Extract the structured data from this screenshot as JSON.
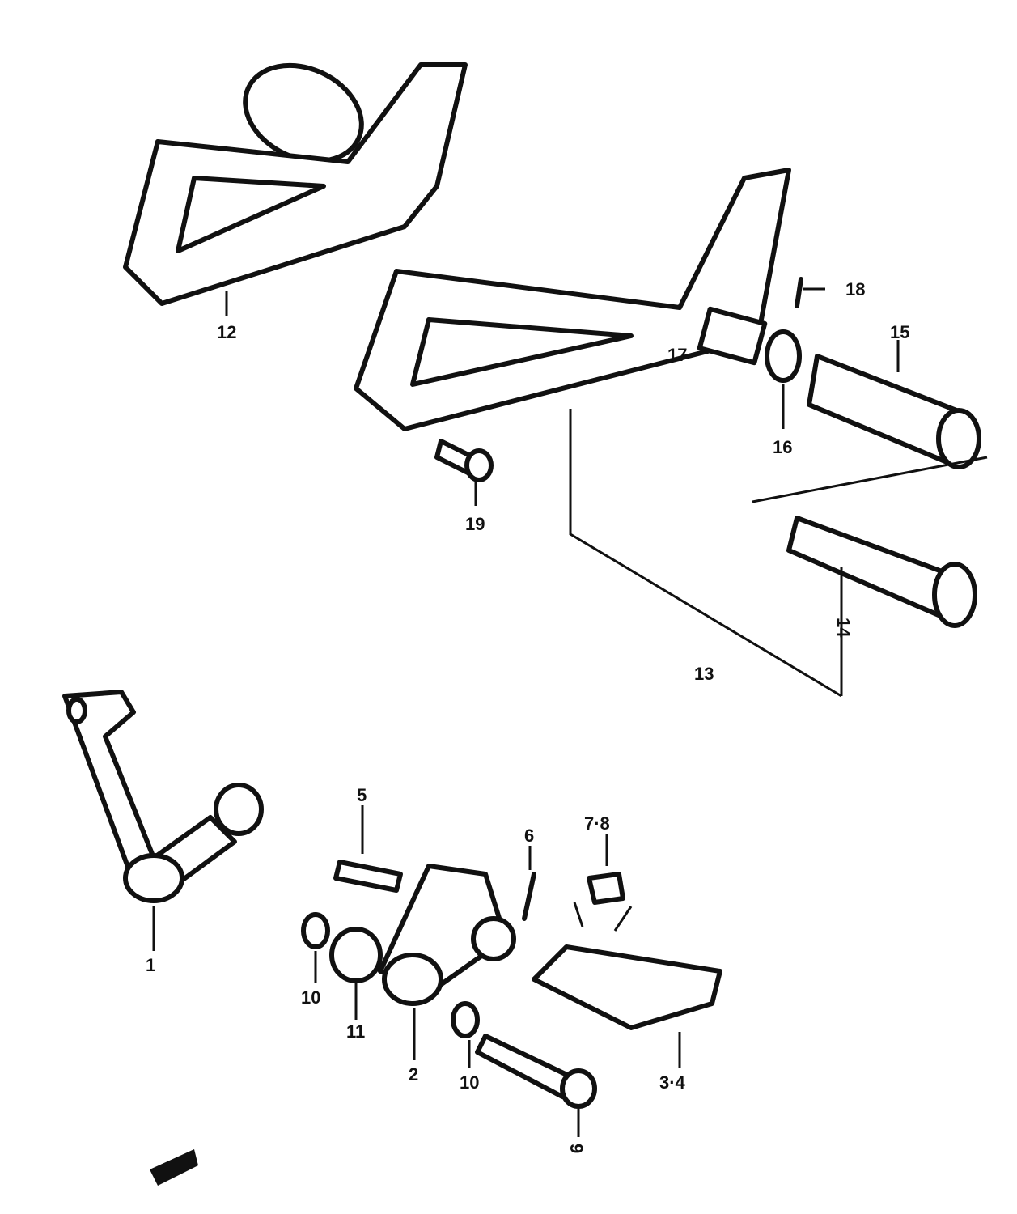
{
  "labels": {
    "p1": "1",
    "p2": "2",
    "p3_4": "3·4",
    "p5": "5",
    "p6": "6",
    "p7_8": "7·8",
    "p9": "9",
    "p10a": "10",
    "p10b": "10",
    "p11": "11",
    "p12": "12",
    "p13": "13",
    "p14": "14",
    "p15": "15",
    "p16": "16",
    "p17": "17",
    "p18": "18",
    "p19": "19"
  }
}
